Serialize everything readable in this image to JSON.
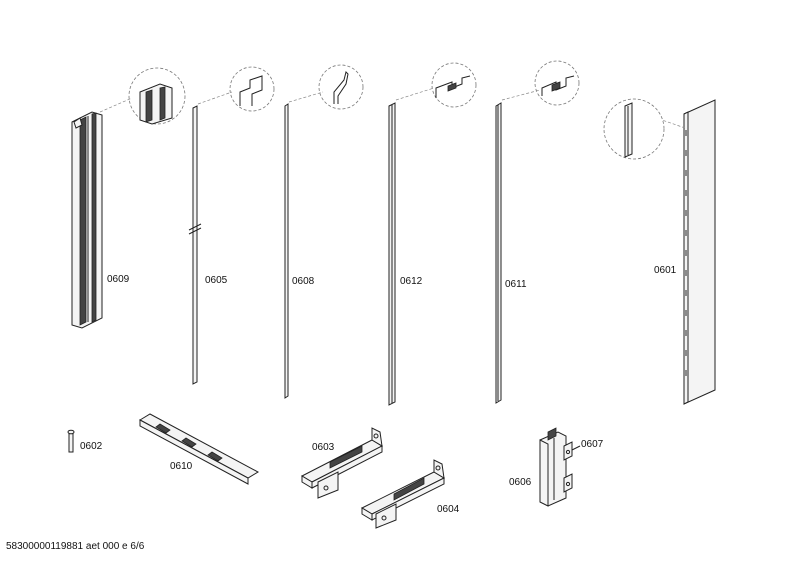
{
  "parts": [
    {
      "id": "0609"
    },
    {
      "id": "0605"
    },
    {
      "id": "0608"
    },
    {
      "id": "0612"
    },
    {
      "id": "0611"
    },
    {
      "id": "0601"
    },
    {
      "id": "0602"
    },
    {
      "id": "0610"
    },
    {
      "id": "0603"
    },
    {
      "id": "0604"
    },
    {
      "id": "0607"
    },
    {
      "id": "0606"
    }
  ],
  "footer": "58300000119881 aet 000 e 6/6"
}
